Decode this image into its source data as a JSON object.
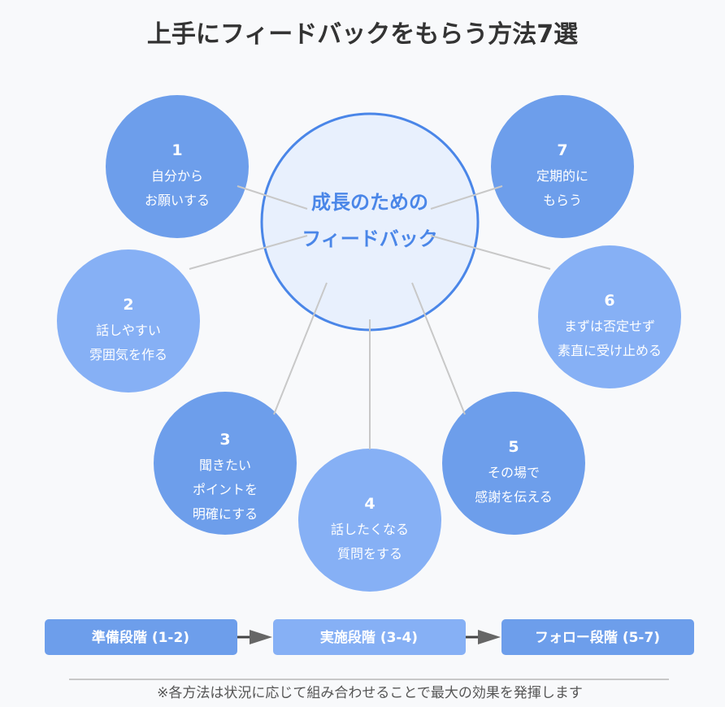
{
  "title": "上手にフィードバックをもらう方法7選",
  "center": {
    "lines": [
      "成長のための",
      "フィードバック"
    ]
  },
  "colors": {
    "dark": "#6d9eeb",
    "light": "#86b0f5",
    "center_fill": "#e8f0fd",
    "center_stroke": "#4a86e8",
    "line": "#c8c8c8",
    "arrow": "#666666"
  },
  "methods": [
    {
      "number": "1",
      "lines": [
        "自分から",
        "お願いする"
      ],
      "tone": "dark"
    },
    {
      "number": "2",
      "lines": [
        "話しやすい",
        "雰囲気を作る"
      ],
      "tone": "light"
    },
    {
      "number": "3",
      "lines": [
        "聞きたい",
        "ポイントを",
        "明確にする"
      ],
      "tone": "dark"
    },
    {
      "number": "4",
      "lines": [
        "話したくなる",
        "質問をする"
      ],
      "tone": "light"
    },
    {
      "number": "5",
      "lines": [
        "その場で",
        "感謝を伝える"
      ],
      "tone": "dark"
    },
    {
      "number": "6",
      "lines": [
        "まずは否定せず",
        "素直に受け止める"
      ],
      "tone": "light"
    },
    {
      "number": "7",
      "lines": [
        "定期的に",
        "もらう"
      ],
      "tone": "dark"
    }
  ],
  "stages": [
    {
      "label": "準備段階 (1-2)",
      "tone": "dark"
    },
    {
      "label": "実施段階 (3-4)",
      "tone": "light"
    },
    {
      "label": "フォロー段階 (5-7)",
      "tone": "dark"
    }
  ],
  "note": "※各方法は状況に応じて組み合わせることで最大の効果を発揮します"
}
